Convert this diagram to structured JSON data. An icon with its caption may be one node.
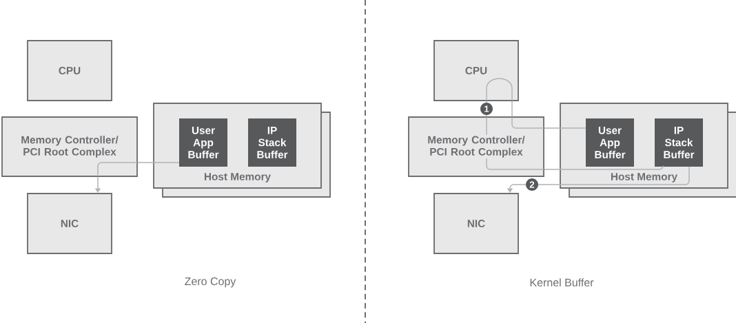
{
  "diagram": {
    "nodes": [
      {
        "text": [
          "CPU"
        ]
      },
      {
        "text": [
          "Memory Controller/ PCI Root Complex"
        ]
      },
      {
        "text": [
          "Host Memory"
        ]
      },
      {
        "text": [
          "User App Buffer"
        ],
        "in": 2
      },
      {
        "text": [
          "IP Stack Buffer"
        ],
        "in": 2
      },
      {
        "text": [
          "NIC"
        ]
      },
      {
        "text": [
          "CPU"
        ]
      },
      {
        "text": [
          "Memory Controller/ PCI Root Complex"
        ]
      },
      {
        "text": [
          "Host Memory"
        ]
      },
      {
        "text": [
          "User App Buffer"
        ],
        "in": 8
      },
      {
        "text": [
          "IP Stack Buffer"
        ],
        "in": 8
      },
      {
        "text": [
          "NIC"
        ]
      }
    ],
    "edges": [
      {
        "from": 3,
        "to": 1,
        "arrow": "none"
      },
      {
        "from": 1,
        "to": 5,
        "arrow": "to"
      },
      {
        "from": 9,
        "to": 7,
        "arrow": "none"
      },
      {
        "from": 7,
        "to": 6,
        "arrow": "none"
      },
      {
        "from": 6,
        "to": 7,
        "arrow": "none",
        "label": "1"
      },
      {
        "from": 7,
        "to": 10,
        "arrow": "none"
      },
      {
        "from": 10,
        "to": 11,
        "arrow": "to",
        "label": "2"
      }
    ],
    "labels": [
      "Zero Copy",
      "Kernel Buffer"
    ]
  }
}
